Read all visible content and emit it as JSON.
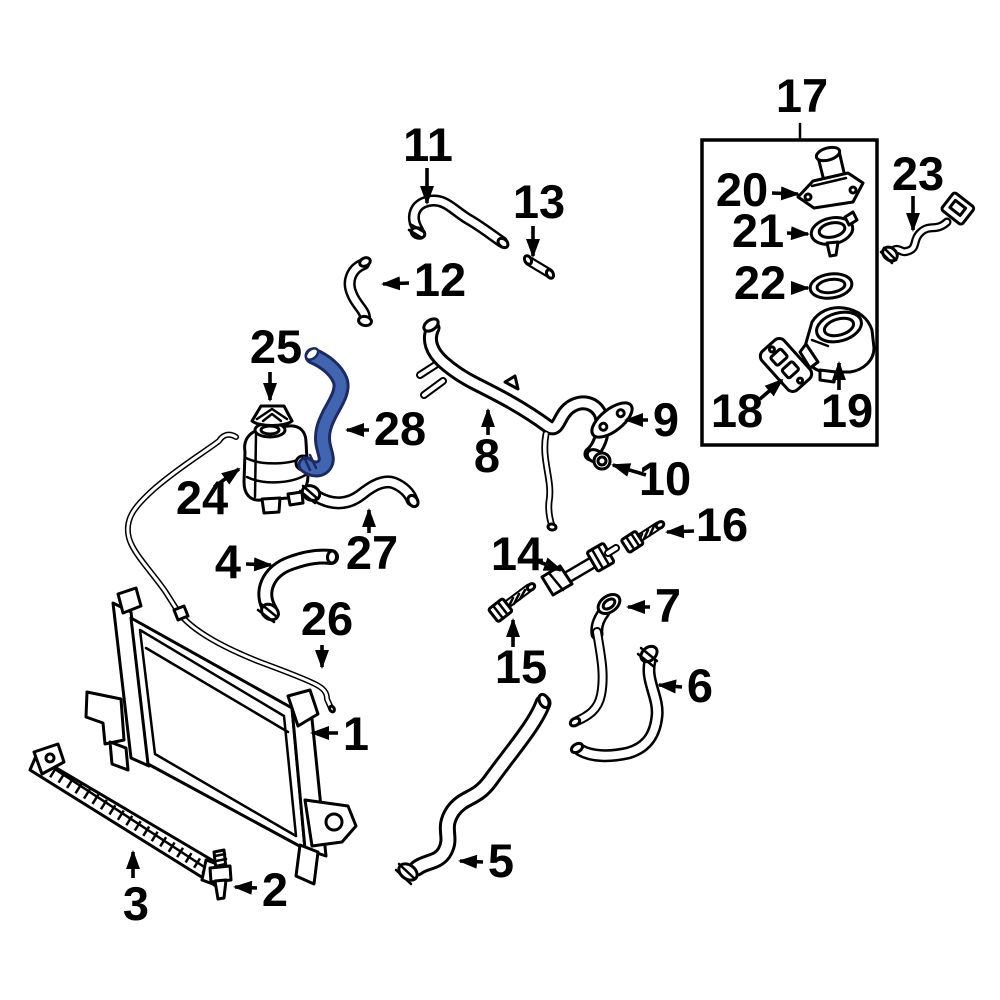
{
  "diagram": {
    "background_color": "#ffffff",
    "line_color": "#000000",
    "highlight": {
      "part": "28",
      "fill": "#4265b1",
      "outline": "#1c2a63"
    },
    "callouts": {
      "1": {
        "label": "1"
      },
      "2": {
        "label": "2"
      },
      "3": {
        "label": "3"
      },
      "4": {
        "label": "4"
      },
      "5": {
        "label": "5"
      },
      "6": {
        "label": "6"
      },
      "7": {
        "label": "7"
      },
      "8": {
        "label": "8"
      },
      "9": {
        "label": "9"
      },
      "10": {
        "label": "10"
      },
      "11": {
        "label": "11"
      },
      "12": {
        "label": "12"
      },
      "13": {
        "label": "13"
      },
      "14": {
        "label": "14"
      },
      "15": {
        "label": "15"
      },
      "16": {
        "label": "16"
      },
      "17": {
        "label": "17"
      },
      "18": {
        "label": "18"
      },
      "19": {
        "label": "19"
      },
      "20": {
        "label": "20"
      },
      "21": {
        "label": "21"
      },
      "22": {
        "label": "22"
      },
      "23": {
        "label": "23"
      },
      "24": {
        "label": "24"
      },
      "25": {
        "label": "25"
      },
      "26": {
        "label": "26"
      },
      "27": {
        "label": "27"
      },
      "28": {
        "label": "28"
      }
    }
  }
}
